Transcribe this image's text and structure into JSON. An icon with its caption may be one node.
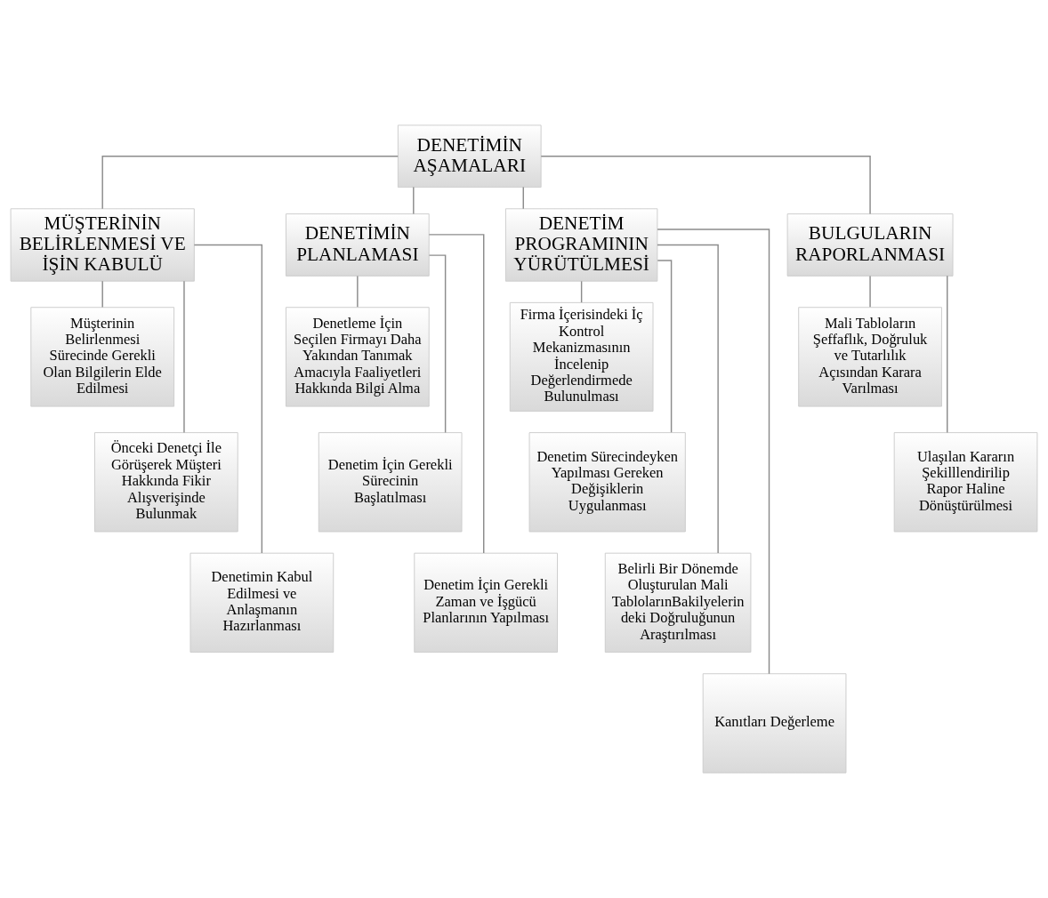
{
  "diagram": {
    "nodes": [
      {
        "text": [
          "DENETİMİN AŞAMALARI"
        ]
      },
      {
        "text": [
          "MÜŞTERİNİN BELİRLENMESİ VE İŞİN KABULÜ"
        ]
      },
      {
        "text": [
          "DENETİMİN PLANLAMASI"
        ]
      },
      {
        "text": [
          "DENETİM PROGRAMININ YÜRÜTÜLMESİ"
        ]
      },
      {
        "text": [
          "BULGULARIN RAPORLANMASI"
        ]
      },
      {
        "text": [
          "Müşterinin Belirlenmesi Sürecinde Gerekli Olan Bilgilerin Elde Edilmesi"
        ]
      },
      {
        "text": [
          "Önceki Denetçi İle Görüşerek Müşteri Hakkında Fikir Alışverişinde Bulunmak"
        ]
      },
      {
        "text": [
          "Denetimin Kabul Edilmesi ve Anlaşmanın Hazırlanması"
        ]
      },
      {
        "text": [
          "Denetleme İçin Seçilen Firmayı Daha Yakından Tanımak Amacıyla Faaliyetleri Hakkında Bilgi Alma"
        ]
      },
      {
        "text": [
          "Denetim İçin Gerekli Sürecinin Başlatılması"
        ]
      },
      {
        "text": [
          "Denetim İçin Gerekli Zaman ve İşgücü Planlarının Yapılması"
        ]
      },
      {
        "text": [
          "Firma İçerisindeki İç Kontrol Mekanizmasının İncelenip Değerlendirmede Bulunulması"
        ]
      },
      {
        "text": [
          "Denetim Sürecindeyken Yapılması Gereken Değişiklerin Uygulanması"
        ]
      },
      {
        "text": [
          "Belirli Bir Dönemde Oluşturulan Mali TablolarınBakilyelerin deki Doğruluğunun Araştırılması"
        ]
      },
      {
        "text": [
          "Kanıtları Değerleme"
        ]
      },
      {
        "text": [
          "Mali Tabloların Şeffaflık, Doğruluk ve Tutarlılık Açısından Karara Varılması"
        ]
      },
      {
        "text": [
          "Ulaşılan Kararın Şekilllendirilip Rapor Haline Dönüştürülmesi"
        ]
      }
    ],
    "edges": [
      {
        "from": 0,
        "to": 1,
        "arrow": "none"
      },
      {
        "from": 0,
        "to": 2,
        "arrow": "none"
      },
      {
        "from": 0,
        "to": 3,
        "arrow": "none"
      },
      {
        "from": 0,
        "to": 4,
        "arrow": "none"
      },
      {
        "from": 1,
        "to": 5,
        "arrow": "none"
      },
      {
        "from": 1,
        "to": 6,
        "arrow": "none"
      },
      {
        "from": 1,
        "to": 7,
        "arrow": "none"
      },
      {
        "from": 2,
        "to": 8,
        "arrow": "none"
      },
      {
        "from": 2,
        "to": 9,
        "arrow": "none"
      },
      {
        "from": 2,
        "to": 10,
        "arrow": "none"
      },
      {
        "from": 3,
        "to": 11,
        "arrow": "none"
      },
      {
        "from": 3,
        "to": 12,
        "arrow": "none"
      },
      {
        "from": 3,
        "to": 13,
        "arrow": "none"
      },
      {
        "from": 3,
        "to": 14,
        "arrow": "none"
      },
      {
        "from": 4,
        "to": 15,
        "arrow": "none"
      },
      {
        "from": 4,
        "to": 16,
        "arrow": "none"
      }
    ]
  }
}
